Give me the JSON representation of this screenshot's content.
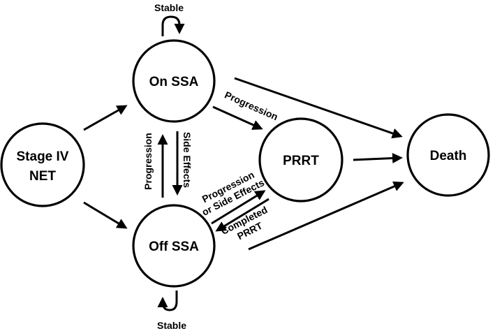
{
  "nodes": {
    "stage_iv_net": {
      "line1": "Stage IV",
      "line2": "NET"
    },
    "on_ssa": {
      "label": "On SSA"
    },
    "off_ssa": {
      "label": "Off SSA"
    },
    "prrt": {
      "label": "PRRT"
    },
    "death": {
      "label": "Death"
    }
  },
  "edges": {
    "stable_top": "Stable",
    "stable_bottom": "Stable",
    "progression_vertical": "Progression",
    "side_effects": "Side Effects",
    "on_to_prrt": "Progression",
    "off_to_prrt_line1": "Progression",
    "off_to_prrt_line2": "or Side Effects",
    "prrt_to_off_line1": "Completed",
    "prrt_to_off_line2": "PRRT"
  }
}
